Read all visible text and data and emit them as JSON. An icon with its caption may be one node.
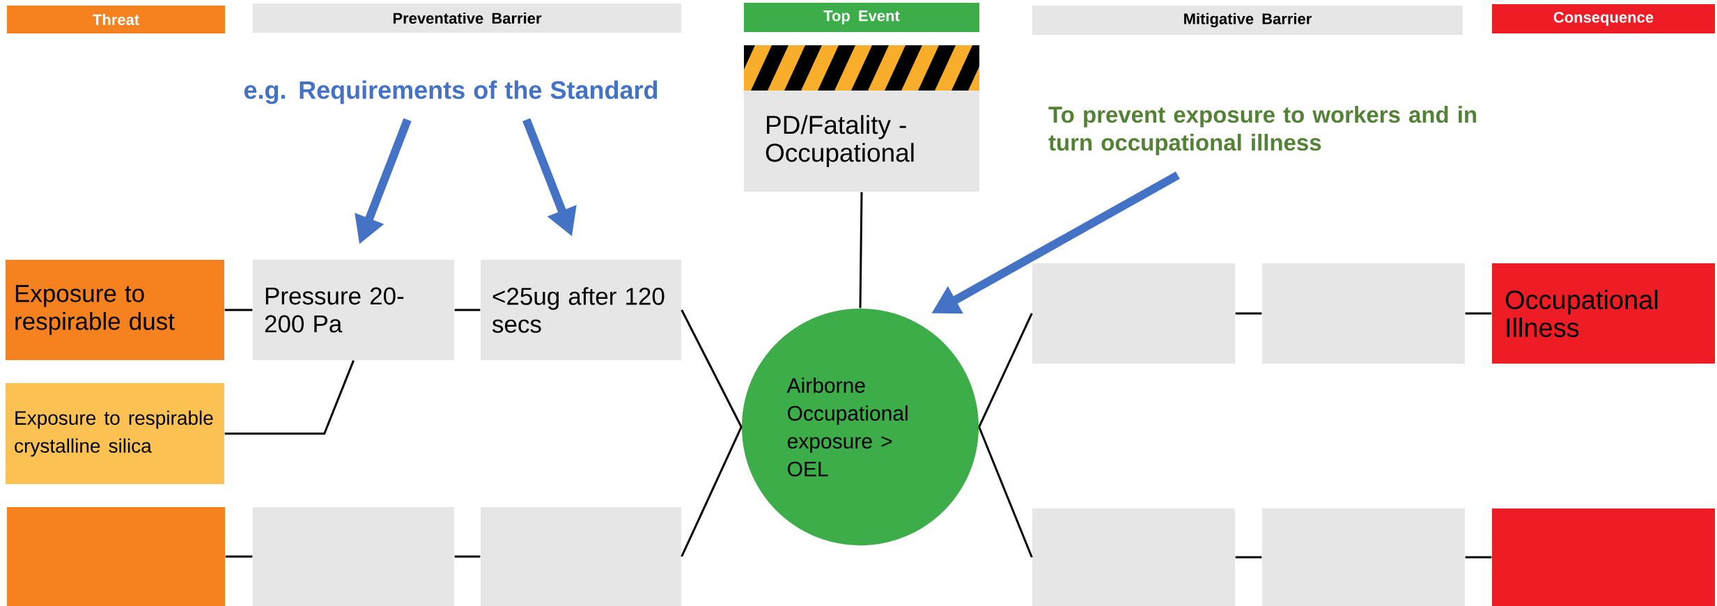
{
  "diagram": {
    "nodes": [
      {
        "text": [
          "Threat"
        ]
      },
      {
        "text": [
          "Preventative Barrier"
        ]
      },
      {
        "text": [
          "Top Event"
        ]
      },
      {
        "text": [
          "Mitigative Barrier"
        ]
      },
      {
        "text": [
          "Consequence"
        ]
      },
      {
        "text": [
          "e.g. Requirements of the Standard"
        ]
      },
      {
        "text": [
          "PD/Fatality - Occupational"
        ]
      },
      {
        "text": [
          "To prevent exposure to workers and in turn occupational illness"
        ]
      },
      {
        "text": [
          "Exposure to respirable dust"
        ]
      },
      {
        "text": [
          "Pressure 20-200 Pa"
        ]
      },
      {
        "text": [
          "<25ug after 120 secs"
        ]
      },
      {
        "text": [
          "Airborne Occupational exposure > OEL"
        ]
      },
      {
        "text": [],
        "shape": "box"
      },
      {
        "text": [],
        "shape": "box"
      },
      {
        "text": [
          "Occupational Illness"
        ]
      },
      {
        "text": [
          "Exposure to respirable crystalline silica"
        ]
      },
      {
        "text": [],
        "shape": "box"
      },
      {
        "text": [],
        "shape": "box"
      },
      {
        "text": [],
        "shape": "box"
      },
      {
        "text": [],
        "shape": "box"
      },
      {
        "text": [],
        "shape": "box"
      },
      {
        "text": [],
        "shape": "box"
      }
    ],
    "edges": [
      {
        "from": 5,
        "to": 9,
        "arrow": "to",
        "style": "thick",
        "color": "#4472c4"
      },
      {
        "from": 5,
        "to": 10,
        "arrow": "to",
        "style": "thick",
        "color": "#4472c4"
      },
      {
        "from": 7,
        "to": 11,
        "arrow": "to",
        "style": "thick",
        "color": "#4472c4"
      },
      {
        "from": 6,
        "to": 11,
        "arrow": "none"
      },
      {
        "from": 8,
        "to": 9,
        "arrow": "none"
      },
      {
        "from": 15,
        "to": 9,
        "arrow": "none"
      },
      {
        "from": 9,
        "to": 10,
        "arrow": "none"
      },
      {
        "from": 10,
        "to": 11,
        "arrow": "none"
      },
      {
        "from": 16,
        "to": 17,
        "arrow": "none"
      },
      {
        "from": 17,
        "to": 18,
        "arrow": "none"
      },
      {
        "from": 18,
        "to": 11,
        "arrow": "none"
      },
      {
        "from": 11,
        "to": 12,
        "arrow": "none"
      },
      {
        "from": 12,
        "to": 13,
        "arrow": "none"
      },
      {
        "from": 13,
        "to": 14,
        "arrow": "none"
      },
      {
        "from": 11,
        "to": 19,
        "arrow": "none"
      },
      {
        "from": 19,
        "to": 20,
        "arrow": "none"
      },
      {
        "from": 20,
        "to": 21,
        "arrow": "none"
      }
    ]
  }
}
